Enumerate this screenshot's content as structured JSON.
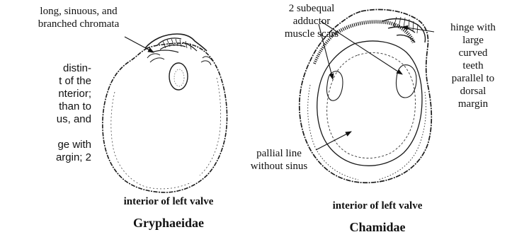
{
  "left_text": {
    "lines": [
      "distin-",
      "t of the",
      "nterior;",
      "than to",
      "us, and",
      "",
      "ge with",
      "argin; 2"
    ]
  },
  "gryphaeidae": {
    "annotation_line1": "long, sinuous, and",
    "annotation_line2": "branched chromata",
    "caption": "interior of left valve",
    "family": "Gryphaeidae"
  },
  "chamidae": {
    "adductor_line1": "2 subequal",
    "adductor_line2": "adductor",
    "adductor_line3": "muscle scars",
    "hinge_lines": [
      "hinge with",
      "large",
      "curved",
      "teeth",
      "parallel to",
      "dorsal",
      "margin"
    ],
    "pallial_line1": "pallial line",
    "pallial_line2": "without sinus",
    "caption": "interior of left valve",
    "family": "Chamidae"
  }
}
